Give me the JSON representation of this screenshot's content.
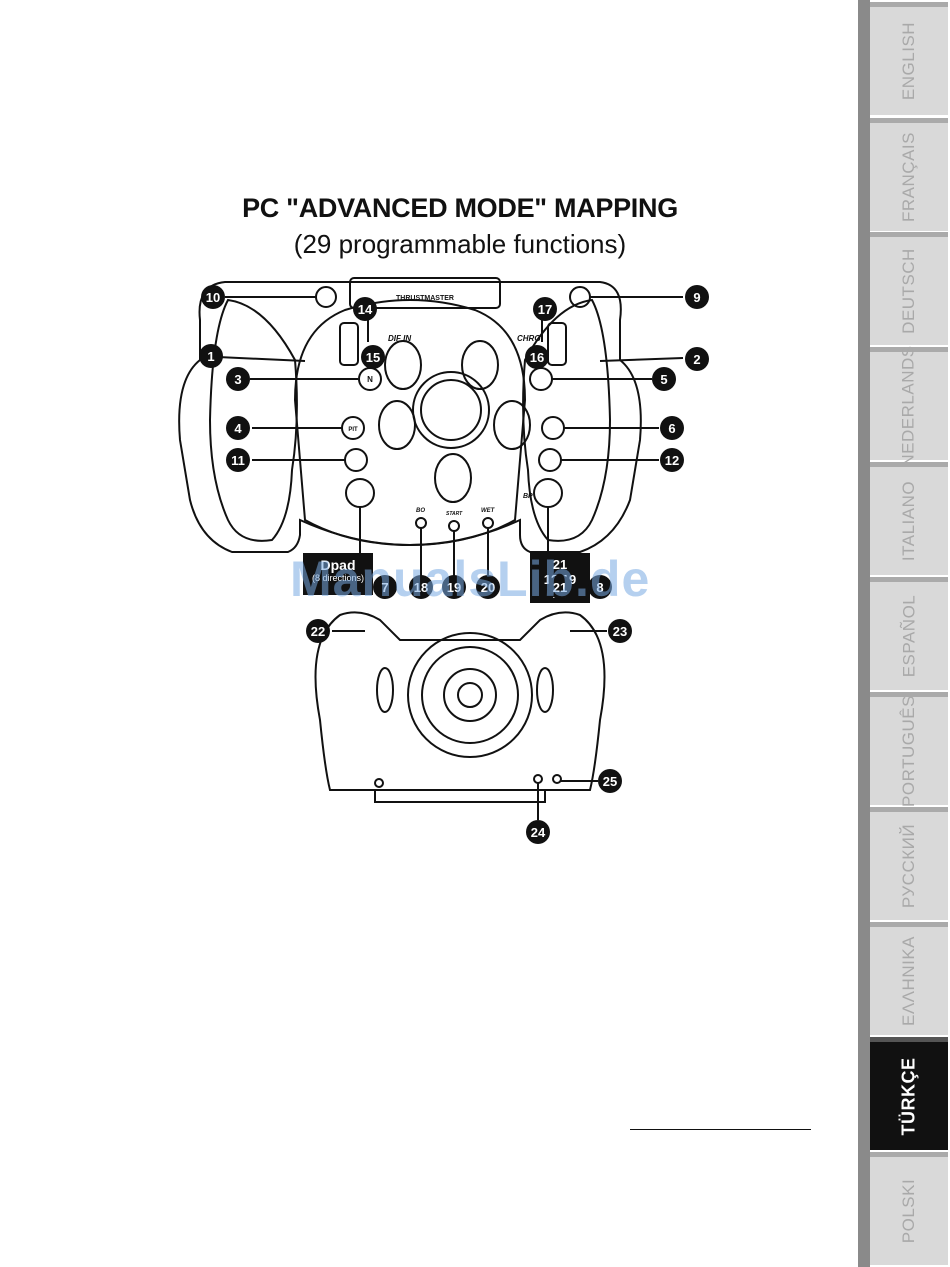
{
  "title": {
    "line1": "PC \"ADVANCED MODE\" MAPPING",
    "line2": "(29 programmable functions)"
  },
  "wheel": {
    "brand": "THRUSTMASTER",
    "labels": {
      "dif_in": "DIF IN",
      "chrg": "CHRG",
      "bo": "BO",
      "start": "START",
      "wet": "WET",
      "bp": "BP",
      "n": "N",
      "pit": "PIT"
    },
    "callouts": [
      "1",
      "2",
      "3",
      "4",
      "5",
      "6",
      "7",
      "8",
      "9",
      "10",
      "11",
      "12",
      "14",
      "15",
      "16",
      "17",
      "18",
      "19",
      "20",
      "21",
      "22",
      "23",
      "24",
      "25"
    ],
    "dpad_box": {
      "line1": "Dpad",
      "line2": "(8 directions)"
    },
    "right_box": {
      "line1": "21",
      "line2": "18 19",
      "line3": "20"
    }
  },
  "watermark": "ManualsLib.de",
  "language_tabs": [
    {
      "label": "ENGLISH"
    },
    {
      "label": "FRANÇAIS"
    },
    {
      "label": "DEUTSCH"
    },
    {
      "label": "NEDERLANDS"
    },
    {
      "label": "ITALIANO"
    },
    {
      "label": "ESPAÑOL"
    },
    {
      "label": "PORTUGUÊS"
    },
    {
      "label": "РУССКИЙ"
    },
    {
      "label": "ΕΛΛΗΝΙΚΑ"
    },
    {
      "label": "TÜRKÇE",
      "active": true
    },
    {
      "label": "POLSKI"
    }
  ],
  "colors": {
    "tab_inactive": "#d9d9d9",
    "tab_active": "#111111",
    "watermark": "#78aae1"
  }
}
